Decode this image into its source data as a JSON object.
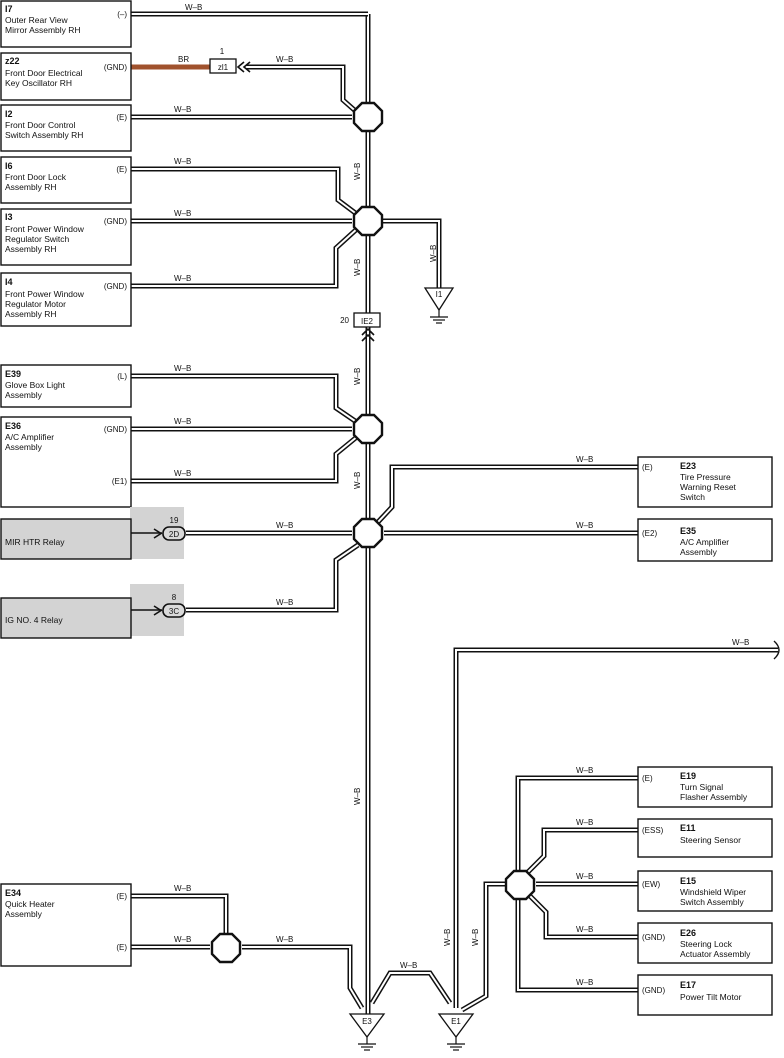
{
  "components": [
    {
      "code": "I7",
      "lines": [
        "Outer Rear View",
        "Mirror Assembly RH"
      ],
      "pins": [
        "(–)"
      ]
    },
    {
      "code": "z22",
      "lines": [
        "Front Door Electrical",
        "Key Oscillator RH"
      ],
      "pins": [
        "(GND)"
      ]
    },
    {
      "code": "I2",
      "lines": [
        "Front Door Control",
        "Switch Assembly RH"
      ],
      "pins": [
        "(E)"
      ]
    },
    {
      "code": "I6",
      "lines": [
        "Front Door Lock",
        "Assembly RH"
      ],
      "pins": [
        "(E)"
      ]
    },
    {
      "code": "I3",
      "lines": [
        "Front Power Window",
        "Regulator Switch",
        "Assembly RH"
      ],
      "pins": [
        "(GND)"
      ]
    },
    {
      "code": "I4",
      "lines": [
        "Front Power Window",
        "Regulator Motor",
        "Assembly RH"
      ],
      "pins": [
        "(GND)"
      ]
    },
    {
      "code": "E39",
      "lines": [
        "Glove Box Light",
        "Assembly"
      ],
      "pins": [
        "(L)"
      ]
    },
    {
      "code": "E36",
      "lines": [
        "A/C Amplifier",
        "Assembly"
      ],
      "pins": [
        "(GND)",
        "(E1)"
      ]
    },
    {
      "code": "E34",
      "lines": [
        "Quick Heater",
        "Assembly"
      ],
      "pins": [
        "(E)",
        "(E)"
      ]
    },
    {
      "code": "E23",
      "lines": [
        "Tire Pressure",
        "Warning Reset",
        "Switch"
      ],
      "pins": [
        "(E)"
      ]
    },
    {
      "code": "E35",
      "lines": [
        "A/C Amplifier",
        "Assembly"
      ],
      "pins": [
        "(E2)"
      ]
    },
    {
      "code": "E19",
      "lines": [
        "Turn Signal",
        "Flasher Assembly"
      ],
      "pins": [
        "(E)"
      ]
    },
    {
      "code": "E11",
      "lines": [
        "Steering Sensor"
      ],
      "pins": [
        "(ESS)"
      ]
    },
    {
      "code": "E15",
      "lines": [
        "Windshield Wiper",
        "Switch Assembly"
      ],
      "pins": [
        "(EW)"
      ]
    },
    {
      "code": "E26",
      "lines": [
        "Steering Lock",
        "Actuator Assembly"
      ],
      "pins": [
        "(GND)"
      ]
    },
    {
      "code": "E17",
      "lines": [
        "Power Tilt Motor"
      ],
      "pins": [
        "(GND)"
      ]
    }
  ],
  "relays": [
    {
      "label": "MIR HTR Relay",
      "pin_number": "19",
      "connector": "2D"
    },
    {
      "label": "IG NO. 4 Relay",
      "pin_number": "8",
      "connector": "3C"
    }
  ],
  "connectors": [
    {
      "id": "zl1",
      "pin": "1"
    },
    {
      "id": "IE2",
      "pin": "20"
    }
  ],
  "grounds": [
    "I1",
    "E3",
    "E1"
  ],
  "wire_labels": {
    "wb": "W–B",
    "br": "BR"
  },
  "colors": {
    "br_wire": "#a0522d",
    "relay_fill": "#d3d3d3"
  }
}
